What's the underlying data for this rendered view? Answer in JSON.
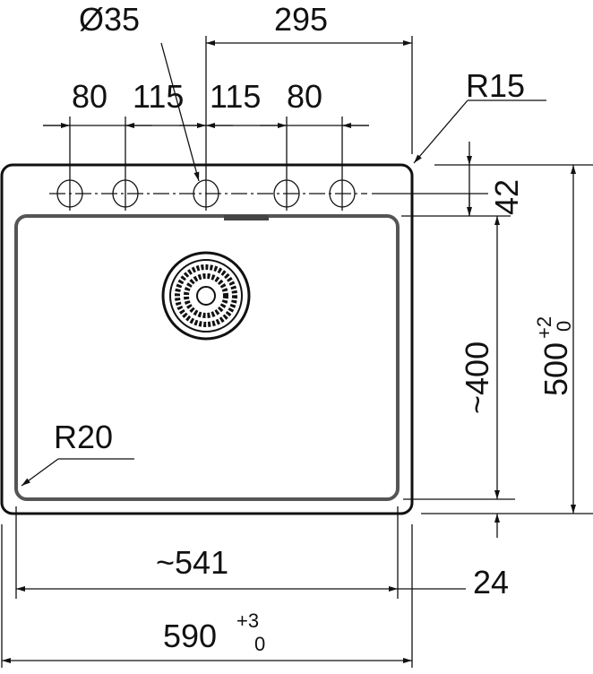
{
  "drawing": {
    "hole_diameter": "Ø35",
    "hole_offset": "295",
    "hole_spacings": [
      "80",
      "115",
      "115",
      "80"
    ],
    "corner_radius_outer": "R15",
    "corner_radius_inner": "R20",
    "hole_row_offset": "42",
    "bowl_depth": "~400",
    "overall_depth": "500",
    "overall_depth_tol_upper": "+2",
    "overall_depth_tol_lower": "0",
    "bowl_width": "~541",
    "rim_bottom": "24",
    "overall_width": "590",
    "overall_width_tol_upper": "+3",
    "overall_width_tol_lower": "0"
  }
}
